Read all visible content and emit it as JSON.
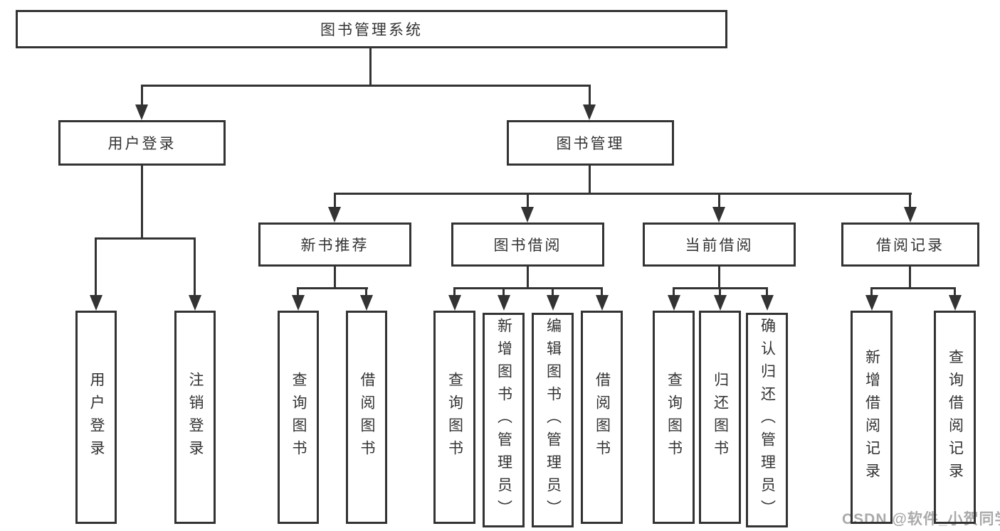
{
  "tree": {
    "root": "图书管理系统",
    "branches": [
      {
        "label": "用户登录",
        "children": [
          "用户登录",
          "注销登录"
        ]
      },
      {
        "label": "图书管理",
        "sections": [
          {
            "label": "新书推荐",
            "children": [
              "查询图书",
              "借阅图书"
            ]
          },
          {
            "label": "图书借阅",
            "children": [
              "查询图书",
              "新增图书（管理员）",
              "编辑图书（管理员）",
              "借阅图书"
            ]
          },
          {
            "label": "当前借阅",
            "children": [
              "查询图书",
              "归还图书",
              "确认归还（管理员）"
            ]
          },
          {
            "label": "借阅记录",
            "children": [
              "新增借阅记录",
              "查询借阅记录"
            ]
          }
        ]
      }
    ]
  },
  "watermark": "CSDN @软件_小贺同学",
  "colors": {
    "line": "#333333",
    "text": "#333333",
    "background": "#ffffff",
    "watermark": "#9c9c9c"
  }
}
